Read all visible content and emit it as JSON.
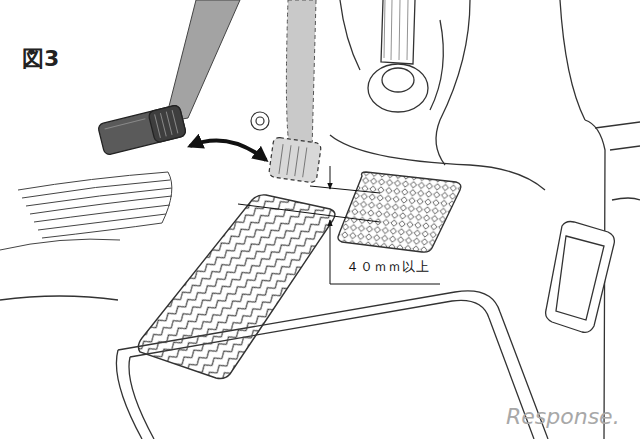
{
  "diagram": {
    "title": "図3",
    "labels": [
      "４０ｍｍ以上",
      "Response."
    ]
  }
}
